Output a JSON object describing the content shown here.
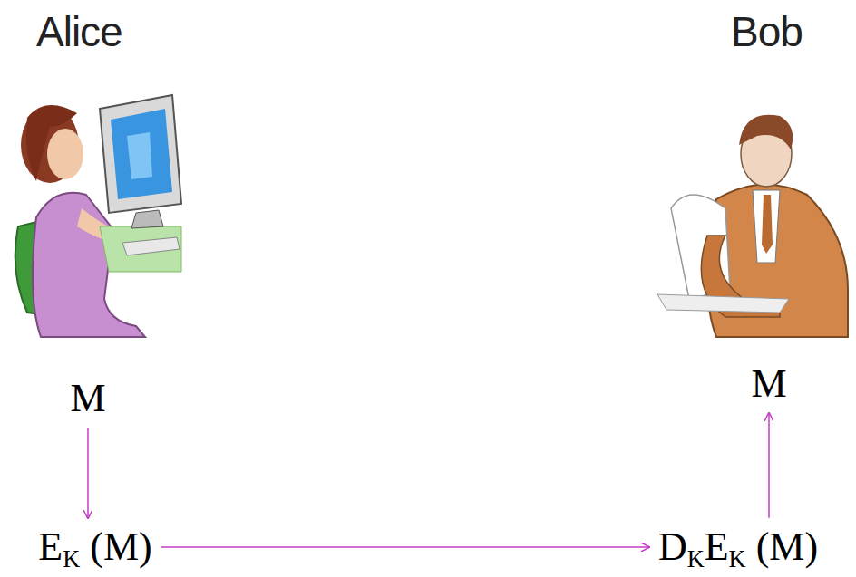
{
  "diagram": {
    "nodes": [
      {
        "text": [
          "M"
        ]
      },
      {
        "text": [
          "M"
        ]
      },
      {
        "text": [
          "EK (M)"
        ]
      },
      {
        "text": [
          "DKEK (M)"
        ]
      }
    ],
    "edges": [
      {
        "from": 0,
        "to": 2,
        "arrow": "to"
      },
      {
        "from": 2,
        "to": 3,
        "arrow": "to"
      },
      {
        "from": 3,
        "to": 1,
        "arrow": "to"
      }
    ],
    "labels": [
      "Alice",
      "Bob"
    ]
  }
}
